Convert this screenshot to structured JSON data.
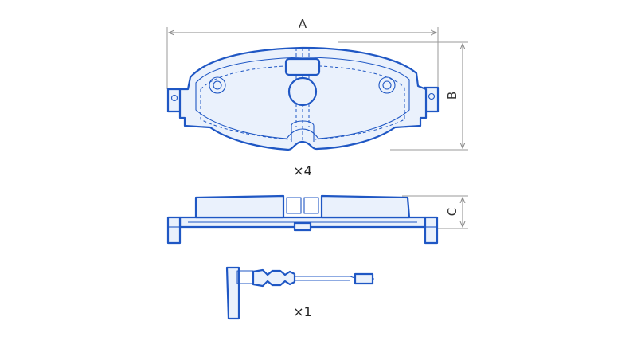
{
  "labels": {
    "dim_a": "A",
    "dim_b": "B",
    "dim_c": "C",
    "pad_qty": "×4",
    "sensor_qty": "×1"
  },
  "colors": {
    "outline": "#1f57c4",
    "fill": "#eaf1fc",
    "dimension": "#8a8a8a"
  }
}
